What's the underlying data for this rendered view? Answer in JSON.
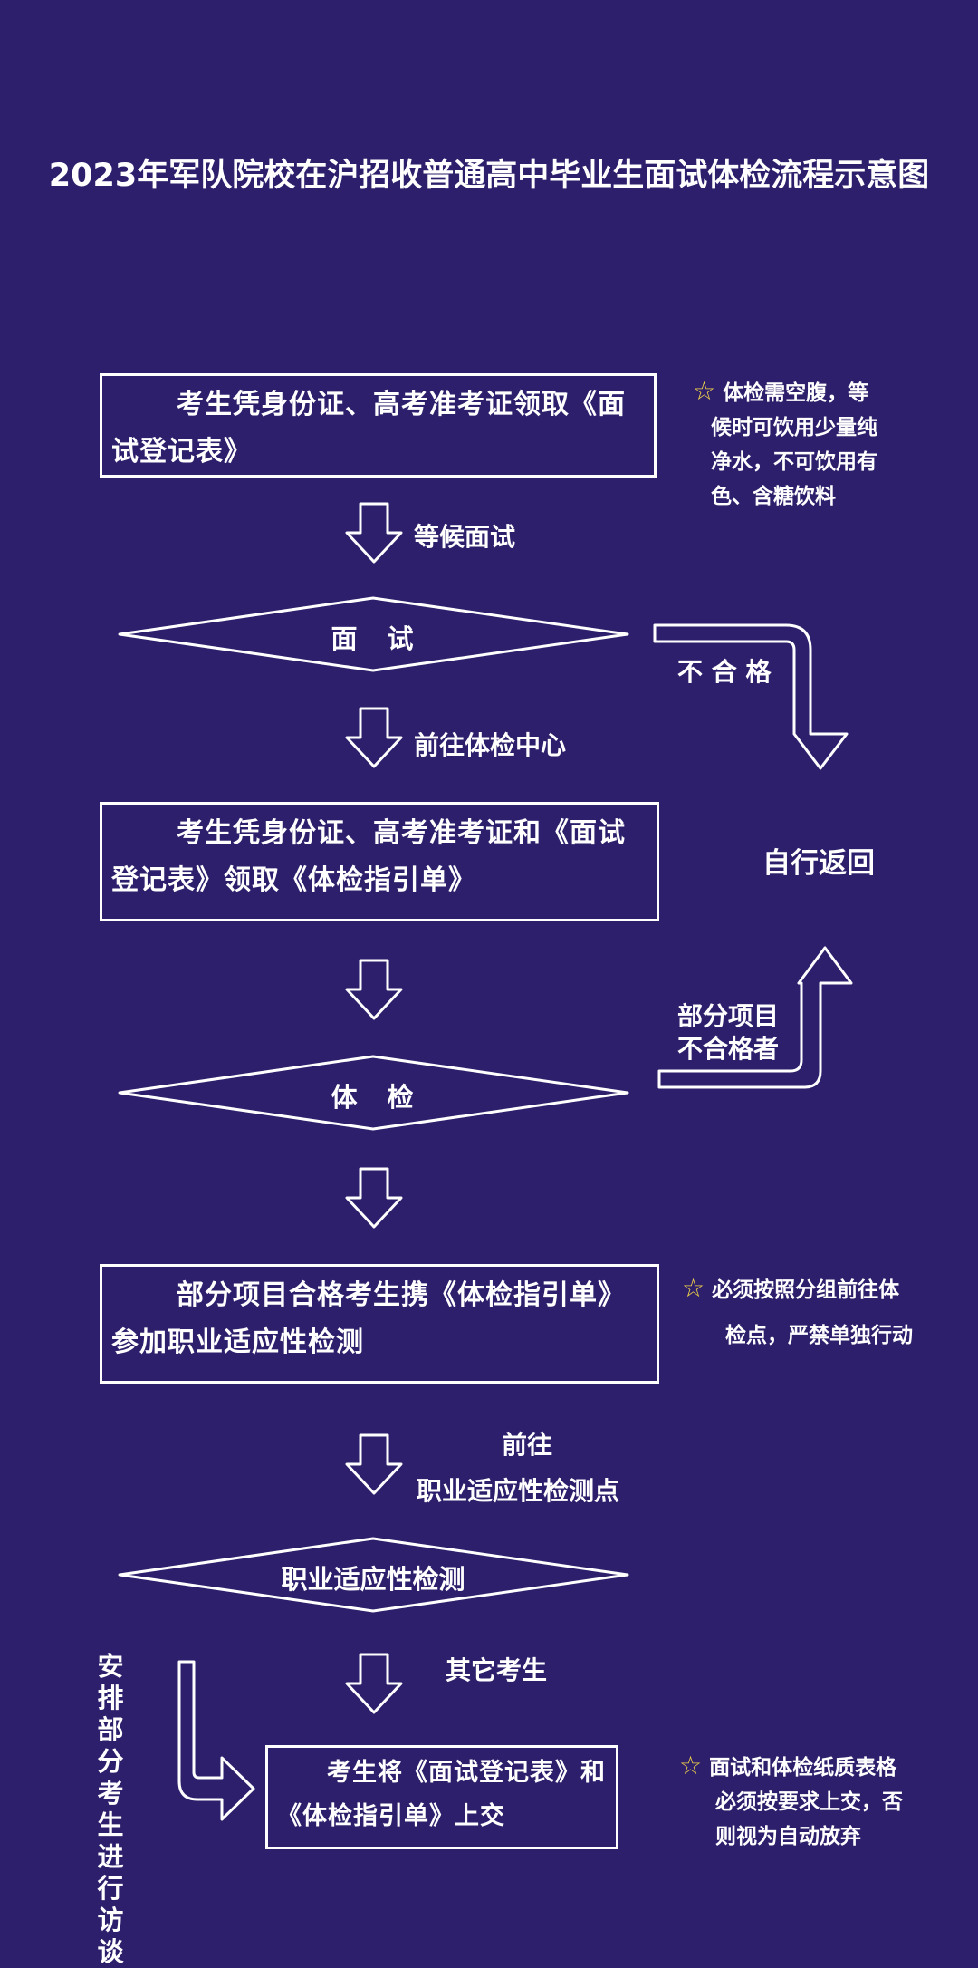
{
  "title": "2023年军队院校在沪招收普通高中毕业生面试体检流程示意图",
  "steps": {
    "step1": "考生凭身份证、高考准考证领取《面试登记表》",
    "step2": "考生凭身份证、高考准考证和《面试登记表》领取《体检指引单》",
    "step3": "部分项目合格考生携《体检指引单》参加职业适应性检测",
    "step4": "考生将《面试登记表》和《体检指引单》上交"
  },
  "decisions": {
    "interview": "面　试",
    "physical": "体　检",
    "aptitude": "职业适应性检测"
  },
  "arrow_labels": {
    "wait": "等候面试",
    "to_center": "前往体检中心",
    "to_aptitude_1": "前往",
    "to_aptitude_2": "职业适应性检测点",
    "others": "其它考生",
    "fail": "不 合 格",
    "partial_1": "部分项目",
    "partial_2": "不合格者",
    "return": "自行返回",
    "interview_side": "安排部分考生进行访谈"
  },
  "notes": {
    "note1": [
      "体检需空腹，等",
      "候时可饮用少量纯",
      "净水，不可饮用有",
      "色、含糖饮料"
    ],
    "note2": [
      "必须按照分组前往体",
      "检点，严禁单独行动"
    ],
    "note3": [
      "面试和体检纸质表格",
      "必须按要求上交，否",
      "则视为自动放弃"
    ]
  },
  "icons": {
    "star": "☆"
  },
  "colors": {
    "background": "#2d1f6b",
    "line": "#ffffff",
    "star": "#f3d54a"
  }
}
